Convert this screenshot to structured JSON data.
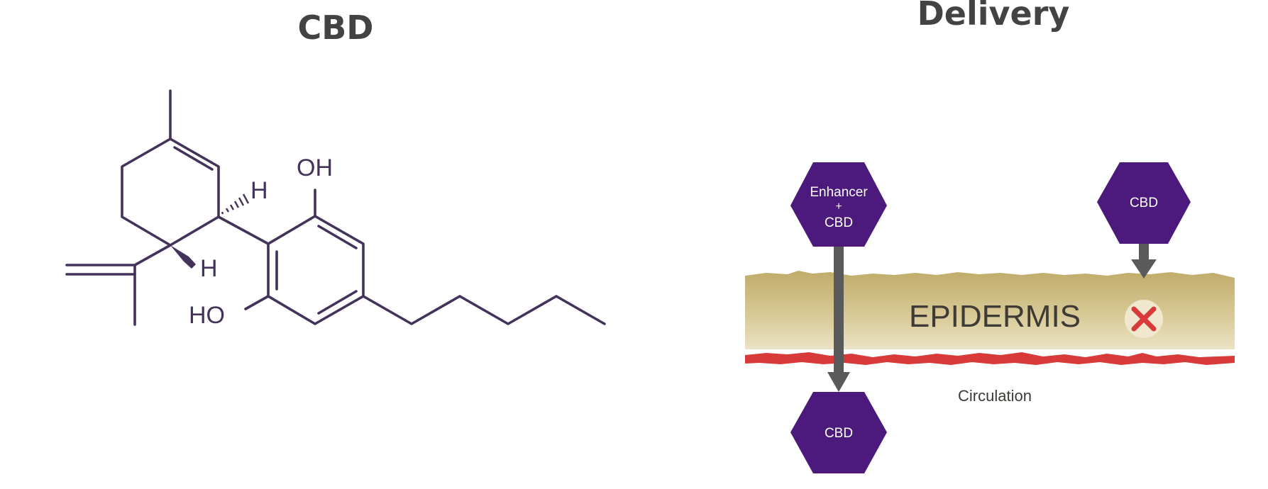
{
  "left_panel": {
    "title": "CBD",
    "atom_labels": {
      "oh_top": "OH",
      "ho_left": "HO",
      "h_upper": "H",
      "h_lower": "H"
    }
  },
  "right_panel": {
    "title": "Delivery",
    "hex_enhancer": {
      "line1": "Enhancer",
      "line2": "+",
      "line3": "CBD"
    },
    "hex_cbd_top": "CBD",
    "hex_cbd_bottom": "CBD",
    "layer_label": "EPIDERMIS",
    "circulation_label": "Circulation",
    "blocked_icon": "x-mark-icon"
  },
  "colors": {
    "molecule_stroke": "#43325a",
    "hexagon_fill": "#4b1a7c",
    "epidermis_top": "#c3b072",
    "epidermis_bottom": "#e8dfbf",
    "blood_line": "#d83a3a",
    "arrow": "#5a5a5a",
    "x_mark": "#d93a3a",
    "title_text": "#434343"
  }
}
